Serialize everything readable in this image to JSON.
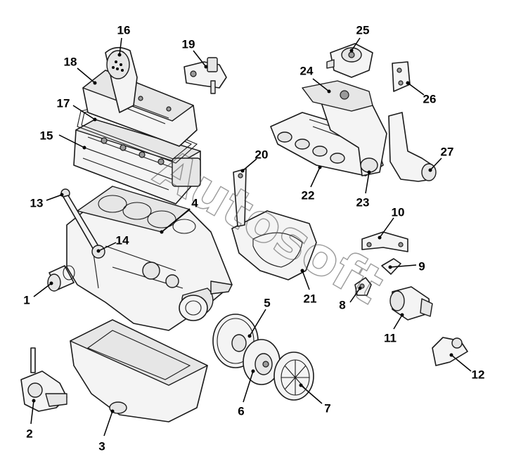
{
  "diagram": {
    "watermark": "Autosoft",
    "parts": [
      {
        "label": "1"
      },
      {
        "label": "2"
      },
      {
        "label": "3"
      },
      {
        "label": "4"
      },
      {
        "label": "5"
      },
      {
        "label": "6"
      },
      {
        "label": "7"
      },
      {
        "label": "8"
      },
      {
        "label": "9"
      },
      {
        "label": "10"
      },
      {
        "label": "11"
      },
      {
        "label": "12"
      },
      {
        "label": "13"
      },
      {
        "label": "14"
      },
      {
        "label": "15"
      },
      {
        "label": "16"
      },
      {
        "label": "17"
      },
      {
        "label": "18"
      },
      {
        "label": "19"
      },
      {
        "label": "20"
      },
      {
        "label": "21"
      },
      {
        "label": "22"
      },
      {
        "label": "23"
      },
      {
        "label": "24"
      },
      {
        "label": "25"
      },
      {
        "label": "26"
      },
      {
        "label": "27"
      }
    ]
  }
}
